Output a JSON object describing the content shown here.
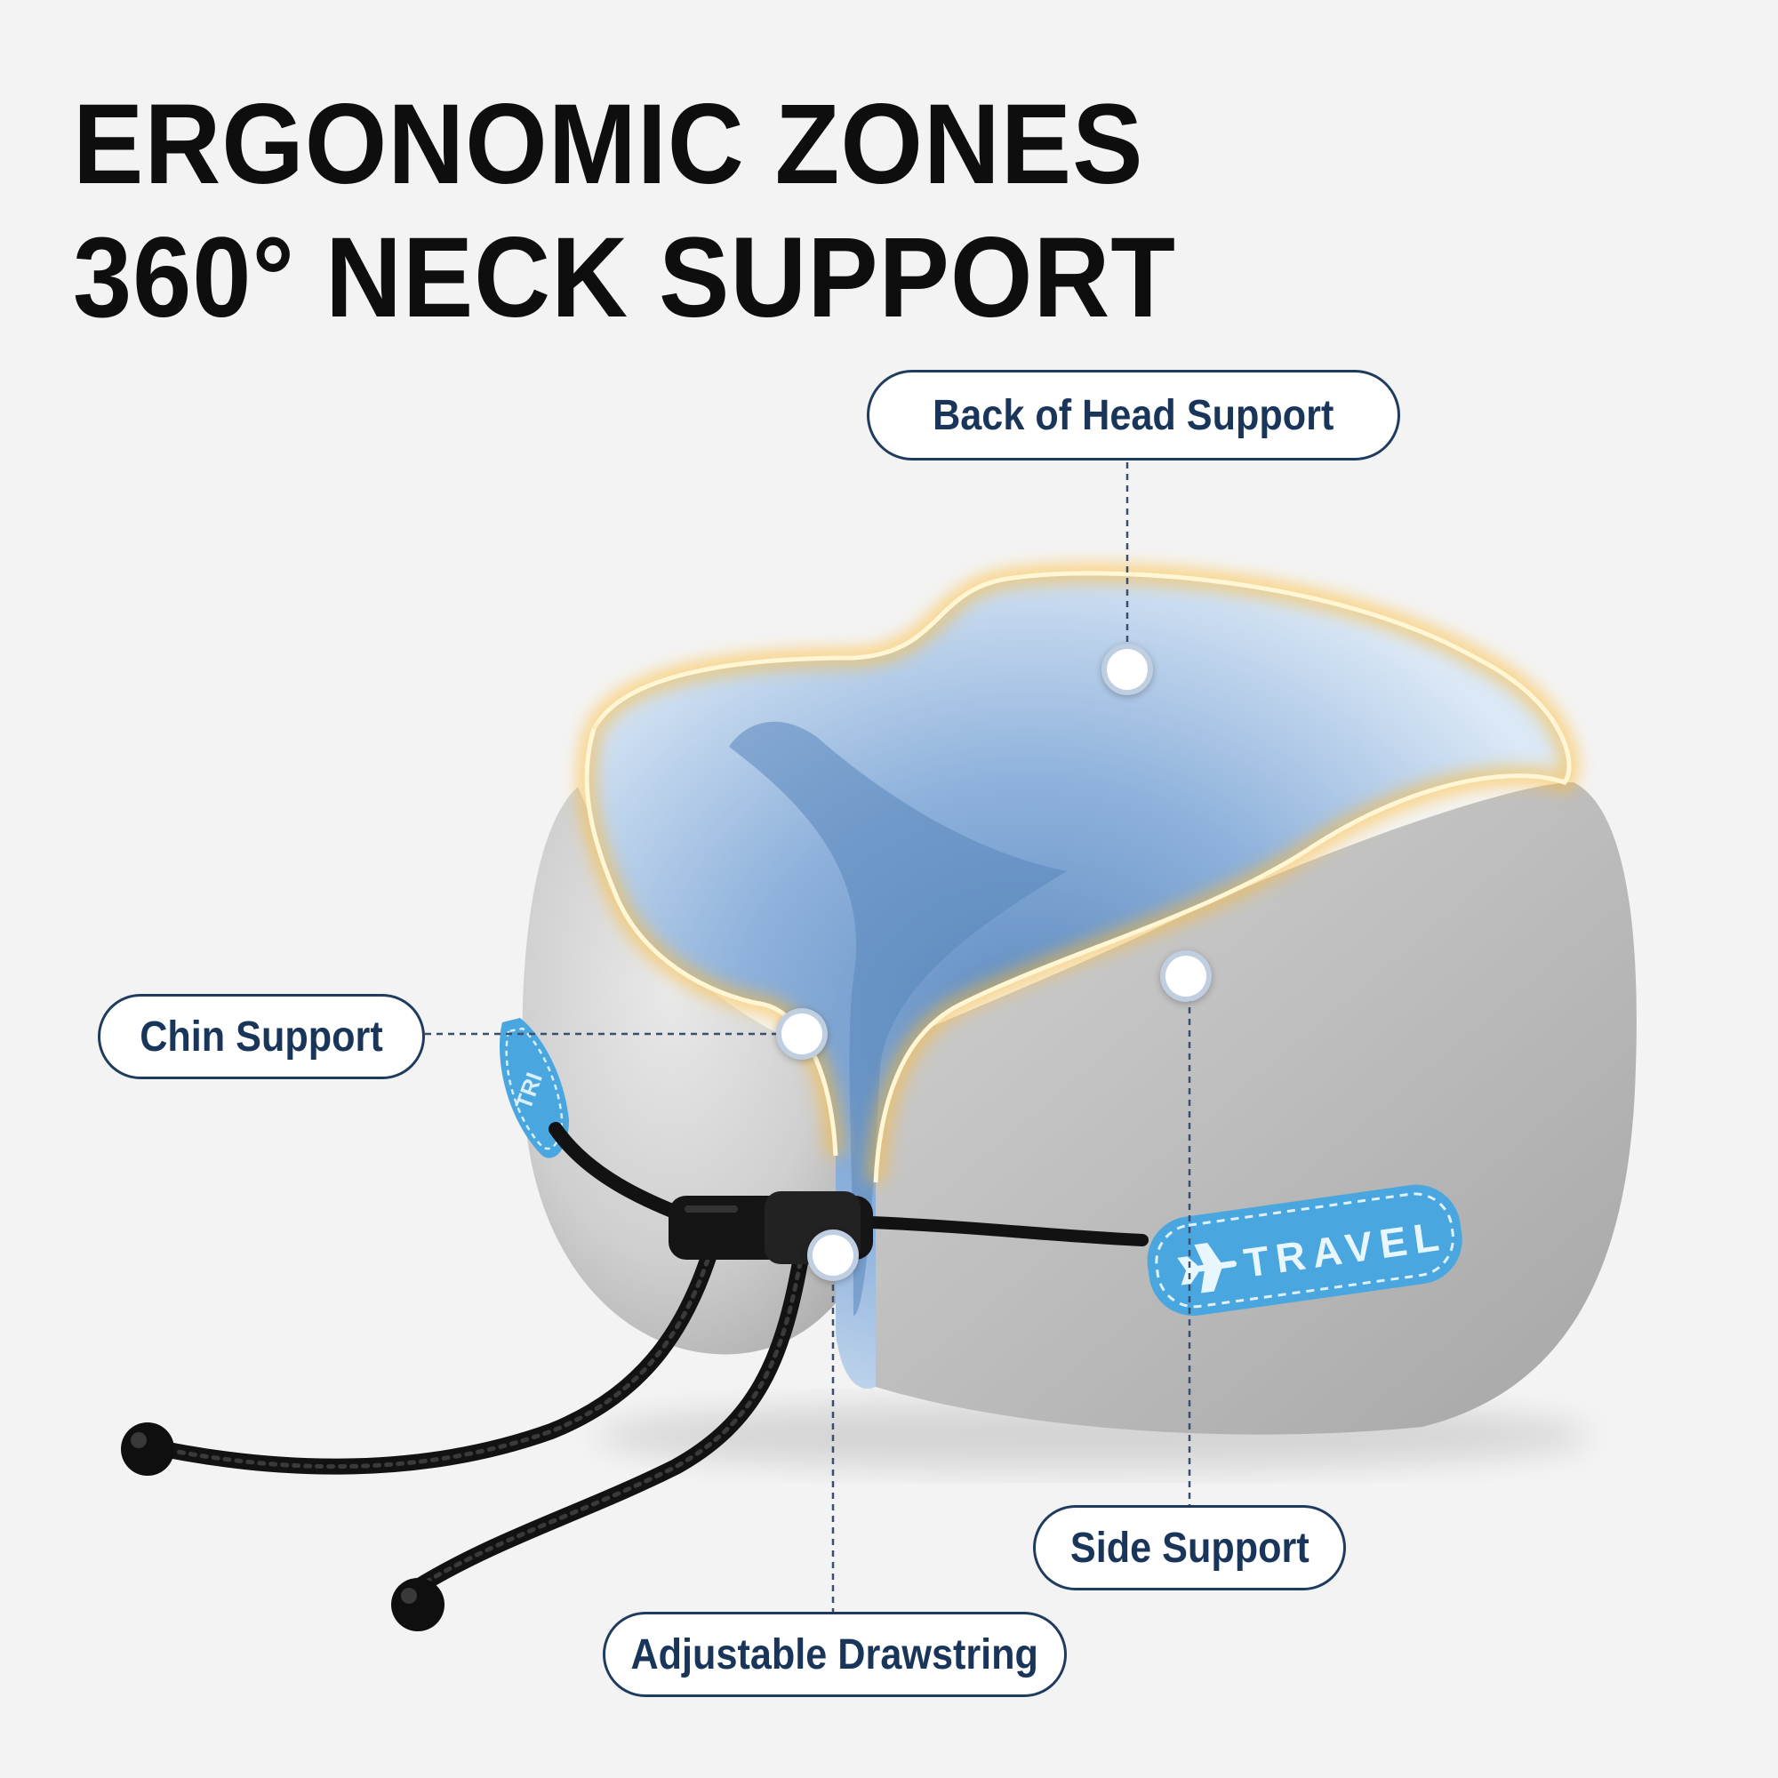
{
  "headline": {
    "line1": "ERGONOMIC ZONES",
    "line2": "360° NECK SUPPORT"
  },
  "callouts": {
    "back": "Back of Head Support",
    "chin": "Chin Support",
    "side": "Side Support",
    "drawstring": "Adjustable Drawstring"
  },
  "patch": {
    "label": "TRAVEL",
    "icon": "airplane-icon",
    "side_label": "TRI"
  },
  "colors": {
    "background": "#f3f3f3",
    "callout_border": "#1f3b5e",
    "callout_text": "#1a355a",
    "glow": "#ffc53a",
    "pillow_inner": "#a9c4e6",
    "pillow_shell": "#c4c4c4",
    "patch": "#4aa6df",
    "cord": "#111111"
  }
}
